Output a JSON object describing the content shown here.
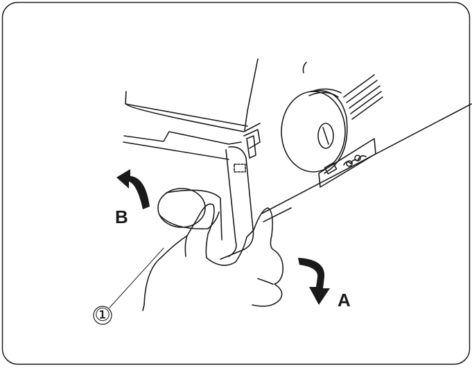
{
  "labels": {
    "arrow_a": "A",
    "arrow_b": "B",
    "callout_1": "①"
  },
  "colors": {
    "line": "#1a1a1a",
    "fill": "#ffffff",
    "border": "#1a1a1a"
  },
  "icons": {
    "arrow_a": "curved-arrow-down-icon",
    "arrow_b": "curved-arrow-up-left-icon"
  }
}
